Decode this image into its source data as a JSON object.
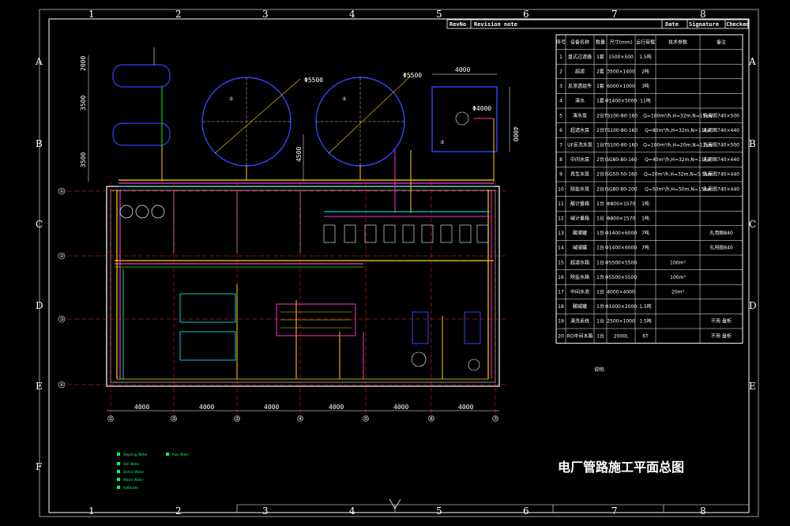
{
  "grid": {
    "columns": [
      "1",
      "2",
      "3",
      "4",
      "5",
      "6",
      "7",
      "8"
    ],
    "rows": [
      "A",
      "B",
      "C",
      "D",
      "E",
      "F"
    ]
  },
  "revision_header": {
    "rev_no": "RevNo",
    "revision_note": "Revision note",
    "date": "Date",
    "signature": "Signature",
    "checked": "Checked"
  },
  "title": "电厂管路施工平面总图",
  "notes_label": "说明:",
  "dimensions": {
    "bottom_spans": [
      "4000",
      "4000",
      "4000",
      "4000",
      "4000",
      "4000"
    ],
    "tank_small_1": "2000",
    "tank_gap": "3500",
    "tank_gap_2": "3500",
    "tank_right": "4000",
    "circle_1": "Φ5500",
    "circle_2": "Φ5500",
    "square_width": "4000",
    "square_height": "4000",
    "square_circle": "Φ4000",
    "vertical_gap": "4500"
  },
  "axis_bubbles": {
    "left": [
      "①",
      "②",
      "③",
      "④"
    ],
    "bottom": [
      "①",
      "②",
      "③",
      "④",
      "⑤",
      "⑥",
      "⑦"
    ]
  },
  "tank_labels": [
    "①",
    "②",
    "③"
  ],
  "equipment_table": {
    "headers": [
      "序号",
      "设备名称",
      "数量",
      "尺寸(mm)",
      "运行荷载",
      "技术参数",
      "备注"
    ],
    "rows": [
      [
        "1",
        "盘式过滤器",
        "1套",
        "1500×500",
        "1.5吨",
        "",
        ""
      ],
      [
        "2",
        "超滤",
        "2套",
        "3500×1400",
        "2吨",
        "",
        ""
      ],
      [
        "3",
        "反渗透组件",
        "1套",
        "6000×1000",
        "3吨",
        "",
        ""
      ],
      [
        "4",
        "清水",
        "1套",
        "Φ1400×5000",
        "11吨",
        "",
        ""
      ],
      [
        "5",
        "清水泵",
        "2台",
        "TS100-80-160",
        "",
        "Q=100m³/h,H=32m,N=15kw",
        "孔用图740×500"
      ],
      [
        "6",
        "超滤水泵",
        "2台",
        "TS100-80-160",
        "",
        "Q=80m³/h,H=32m,N=11kw",
        "孔用图740×440"
      ],
      [
        "7",
        "UF反洗水泵",
        "1台",
        "TS100-80-160",
        "",
        "Q=100m³/h,H=20m,N=11kw",
        "孔用图740×500"
      ],
      [
        "8",
        "中间水泵",
        "2台",
        "ISG80-80-160",
        "",
        "Q=40m³/h,H=32m,N=11kw",
        "孔用图740×440"
      ],
      [
        "9",
        "再生水泵",
        "2台",
        "ISG50-50-160",
        "",
        "Q=20m³/h,H=32m,N=5.5kw",
        "孔用图740×440"
      ],
      [
        "10",
        "除盐水泵",
        "2台",
        "ISG80-80-200",
        "",
        "Q=50m³/h,H=50m,N=15kw",
        "孔用图740×440"
      ],
      [
        "11",
        "酸计量箱",
        "1台",
        "Φ800×1570",
        "1吨",
        "",
        ""
      ],
      [
        "12",
        "碱计量箱",
        "1台",
        "Φ800×1570",
        "1吨",
        "",
        ""
      ],
      [
        "13",
        "酸储罐",
        "1台",
        "Φ1400×6000",
        "7吨",
        "",
        "孔用图840"
      ],
      [
        "14",
        "碱储罐",
        "1台",
        "Φ1400×6000",
        "7吨",
        "",
        "孔用图840"
      ],
      [
        "15",
        "超滤水箱",
        "1台",
        "Φ5500×5500",
        "",
        "100m³",
        ""
      ],
      [
        "16",
        "除盐水箱",
        "1台",
        "Φ5500×5500",
        "",
        "100m³",
        ""
      ],
      [
        "17",
        "中间水池",
        "1台",
        "4000×4000",
        "",
        "20m³",
        ""
      ],
      [
        "18",
        "酸碱罐",
        "1台",
        "Φ1000×2000",
        "1.5吨",
        "",
        ""
      ],
      [
        "19",
        "清洗系统",
        "1台",
        "2500×1000",
        "1.5吨",
        "",
        "不用 盘柜"
      ],
      [
        "20",
        "RO中间水箱",
        "1台",
        "2000L",
        "6T",
        "",
        "不用 盘柜"
      ]
    ]
  },
  "legend": [
    {
      "label": "Regining Water",
      "color": "#00ff66"
    },
    {
      "label": "Still Water",
      "color": "#00ff66"
    },
    {
      "label": "Demin Water",
      "color": "#00ff66"
    },
    {
      "label": "Waste Water",
      "color": "#00ff66"
    },
    {
      "label": "Softwater",
      "color": "#00ff66"
    },
    {
      "label": "Raw Water",
      "color": "#00ff66"
    }
  ],
  "colors": {
    "background": "#000000",
    "frame": "#ffffff",
    "table_bg": "#ffffff",
    "pipe_yellow": "#ffd400",
    "pipe_magenta": "#ff33cc",
    "pipe_cyan": "#00ffff",
    "pipe_green": "#00ff00",
    "equipment_blue": "#3344ff",
    "grid_red": "#ff2222"
  }
}
